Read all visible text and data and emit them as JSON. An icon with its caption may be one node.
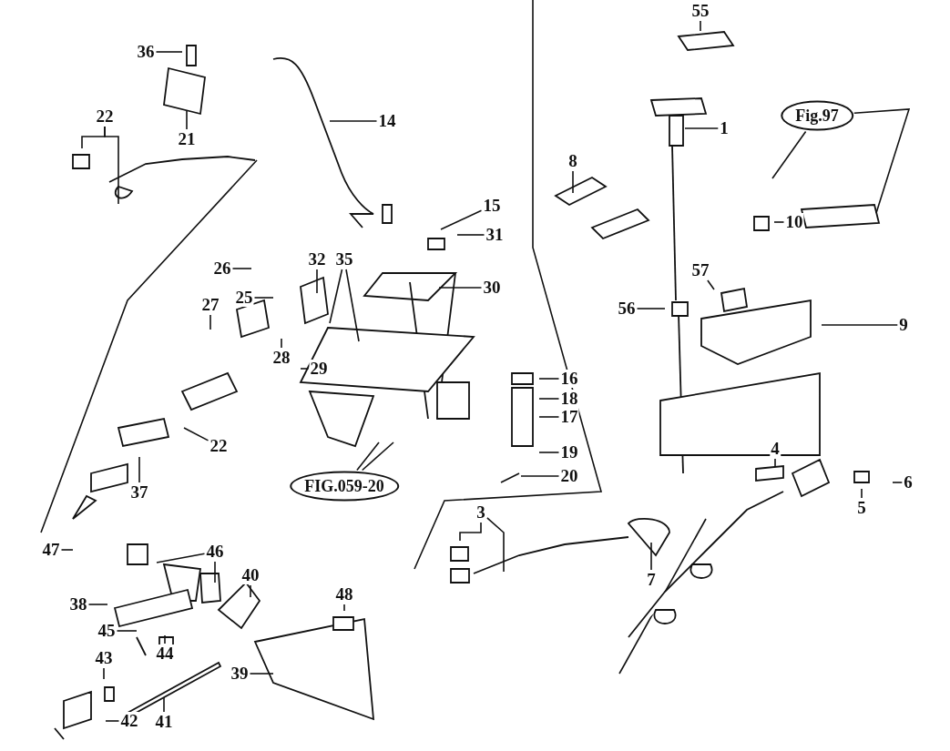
{
  "diagram": {
    "nodes": [
      {
        "text": [
          "36"
        ]
      },
      {
        "text": [
          "55"
        ]
      },
      {
        "text": [
          "14"
        ]
      },
      {
        "text": [
          "22"
        ]
      },
      {
        "text": [
          "Fig.97"
        ]
      },
      {
        "text": [
          "1"
        ]
      },
      {
        "text": [
          "21"
        ]
      },
      {
        "text": [
          "8"
        ]
      },
      {
        "text": [
          "15"
        ]
      },
      {
        "text": [
          "10"
        ]
      },
      {
        "text": [
          "31"
        ]
      },
      {
        "text": [
          "32"
        ]
      },
      {
        "text": [
          "35"
        ]
      },
      {
        "text": [
          "26"
        ]
      },
      {
        "text": [
          "57"
        ]
      },
      {
        "text": [
          "25"
        ]
      },
      {
        "text": [
          "30"
        ]
      },
      {
        "text": [
          "27"
        ]
      },
      {
        "text": [
          "56"
        ]
      },
      {
        "text": [
          "9"
        ]
      },
      {
        "text": [
          "28"
        ]
      },
      {
        "text": [
          "29"
        ]
      },
      {
        "text": [
          "16"
        ]
      },
      {
        "text": [
          "18"
        ]
      },
      {
        "text": [
          "17"
        ]
      },
      {
        "text": [
          "22"
        ]
      },
      {
        "text": [
          "19"
        ]
      },
      {
        "text": [
          "4"
        ]
      },
      {
        "text": [
          "20"
        ]
      },
      {
        "text": [
          "6"
        ]
      },
      {
        "text": [
          "FIG.059-20"
        ]
      },
      {
        "text": [
          "37"
        ]
      },
      {
        "text": [
          "5"
        ]
      },
      {
        "text": [
          "3"
        ]
      },
      {
        "text": [
          "47"
        ]
      },
      {
        "text": [
          "46"
        ]
      },
      {
        "text": [
          "40"
        ]
      },
      {
        "text": [
          "7"
        ]
      },
      {
        "text": [
          "48"
        ]
      },
      {
        "text": [
          "38"
        ]
      },
      {
        "text": [
          "45"
        ]
      },
      {
        "text": [
          "44"
        ]
      },
      {
        "text": [
          "43"
        ]
      },
      {
        "text": [
          "39"
        ]
      },
      {
        "text": [
          "41"
        ]
      },
      {
        "text": [
          "42"
        ]
      }
    ],
    "edges": [
      {
        "from": 0,
        "to": null,
        "arrow": "none"
      },
      {
        "from": 1,
        "to": null,
        "arrow": "none"
      },
      {
        "from": 2,
        "to": null,
        "arrow": "none"
      },
      {
        "from": 3,
        "to": null,
        "arrow": "none"
      },
      {
        "from": 3,
        "to": null,
        "arrow": "none"
      },
      {
        "from": 4,
        "to": null,
        "arrow": "none"
      },
      {
        "from": 4,
        "to": null,
        "arrow": "none"
      },
      {
        "from": 5,
        "to": null,
        "arrow": "none"
      },
      {
        "from": 6,
        "to": null,
        "arrow": "none"
      },
      {
        "from": 7,
        "to": null,
        "arrow": "none"
      },
      {
        "from": 8,
        "to": null,
        "arrow": "none"
      },
      {
        "from": 9,
        "to": null,
        "arrow": "none"
      },
      {
        "from": 10,
        "to": null,
        "arrow": "none"
      },
      {
        "from": 11,
        "to": null,
        "arrow": "none"
      },
      {
        "from": 12,
        "to": null,
        "arrow": "none"
      },
      {
        "from": 12,
        "to": null,
        "arrow": "none"
      },
      {
        "from": 13,
        "to": null,
        "arrow": "none"
      },
      {
        "from": 14,
        "to": null,
        "arrow": "none"
      },
      {
        "from": 15,
        "to": null,
        "arrow": "none"
      },
      {
        "from": 16,
        "to": null,
        "arrow": "none"
      },
      {
        "from": 17,
        "to": null,
        "arrow": "none"
      },
      {
        "from": 18,
        "to": null,
        "arrow": "none"
      },
      {
        "from": 19,
        "to": null,
        "arrow": "none"
      },
      {
        "from": 20,
        "to": null,
        "arrow": "none"
      },
      {
        "from": 21,
        "to": null,
        "arrow": "none"
      },
      {
        "from": 22,
        "to": null,
        "arrow": "none"
      },
      {
        "from": 23,
        "to": null,
        "arrow": "none"
      },
      {
        "from": 24,
        "to": null,
        "arrow": "none"
      },
      {
        "from": 25,
        "to": null,
        "arrow": "none"
      },
      {
        "from": 26,
        "to": null,
        "arrow": "none"
      },
      {
        "from": 27,
        "to": null,
        "arrow": "none"
      },
      {
        "from": 28,
        "to": null,
        "arrow": "none"
      },
      {
        "from": 29,
        "to": null,
        "arrow": "none"
      },
      {
        "from": 30,
        "to": null,
        "arrow": "none"
      },
      {
        "from": 30,
        "to": null,
        "arrow": "none"
      },
      {
        "from": 31,
        "to": null,
        "arrow": "none"
      },
      {
        "from": 32,
        "to": null,
        "arrow": "none"
      },
      {
        "from": 33,
        "to": null,
        "arrow": "none"
      },
      {
        "from": 33,
        "to": null,
        "arrow": "none"
      },
      {
        "from": 34,
        "to": null,
        "arrow": "none"
      },
      {
        "from": 35,
        "to": null,
        "arrow": "none"
      },
      {
        "from": 35,
        "to": null,
        "arrow": "none"
      },
      {
        "from": 36,
        "to": null,
        "arrow": "none"
      },
      {
        "from": 37,
        "to": null,
        "arrow": "none"
      },
      {
        "from": 38,
        "to": null,
        "arrow": "none"
      },
      {
        "from": 39,
        "to": null,
        "arrow": "none"
      },
      {
        "from": 40,
        "to": null,
        "arrow": "none"
      },
      {
        "from": 41,
        "to": null,
        "arrow": "none"
      },
      {
        "from": 42,
        "to": null,
        "arrow": "none"
      },
      {
        "from": 43,
        "to": null,
        "arrow": "none"
      },
      {
        "from": 44,
        "to": null,
        "arrow": "none"
      },
      {
        "from": 45,
        "to": null,
        "arrow": "none"
      }
    ]
  }
}
